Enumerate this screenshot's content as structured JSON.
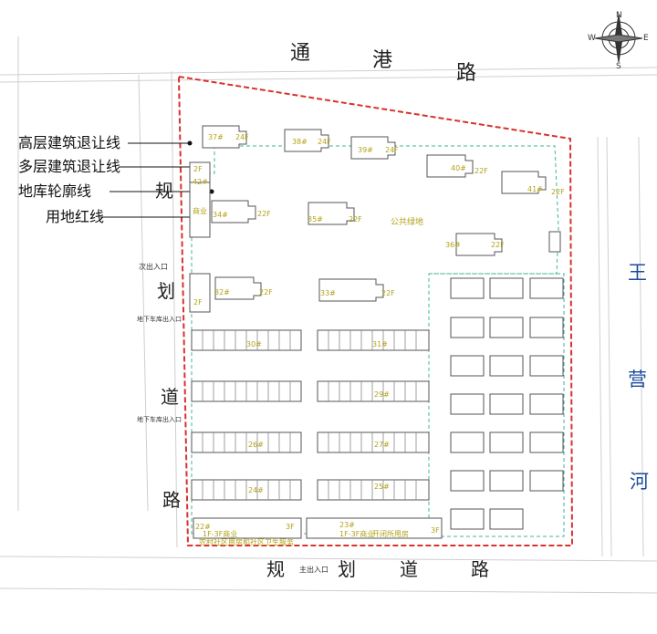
{
  "roads": {
    "north": [
      "通",
      "港",
      "路"
    ],
    "west": [
      "规",
      "划",
      "道",
      "路"
    ],
    "south": [
      "规",
      "划",
      "道",
      "路"
    ],
    "east_river": [
      "王",
      "营",
      "河"
    ]
  },
  "legend": {
    "high_rise_setback": "高层建筑退让线",
    "multi_story_setback": "多层建筑退让线",
    "garage_outline": "地库轮廓线",
    "land_red_line": "用地红线"
  },
  "entrances": {
    "secondary": "次出入口",
    "garage_1": "地下车库出入口",
    "garage_2": "地下车库出入口",
    "main": "主出入口"
  },
  "areas": {
    "public_green": "公共绿地",
    "commercial": "商业"
  },
  "compass": {
    "n": "N",
    "e": "E",
    "s": "S",
    "w": "W"
  },
  "buildings": {
    "b37": [
      "37#",
      "24F"
    ],
    "b38": [
      "38#",
      "24F"
    ],
    "b39": [
      "39#",
      "24F"
    ],
    "b40": [
      "40#",
      "22F"
    ],
    "b41": [
      "41#",
      "22F"
    ],
    "b42": [
      "42#",
      "2F"
    ],
    "b34": [
      "34#",
      "22F"
    ],
    "b35": [
      "35#",
      "22F"
    ],
    "b36": [
      "36#",
      "22F"
    ],
    "b32": [
      "32#",
      "22F"
    ],
    "b33": [
      "33#",
      "22F"
    ],
    "b30": "30#",
    "b31": "31#",
    "b29": "29#",
    "b26": "26#",
    "b27": "27#",
    "b24": "24#",
    "b25": "25#",
    "b22": [
      "22#",
      "3F"
    ],
    "b23": [
      "23#",
      "3F"
    ]
  },
  "bottom_notes": {
    "n1": "1F-3F商业",
    "n2": "1F-3F商业",
    "n3": "农村社区用房和社区卫生服务",
    "n4": "开闭所用房"
  },
  "colors": {
    "red_line": "#d8322f",
    "building": "#555555",
    "green_dash": "#3fb59a",
    "river_text": "#1c4b9c",
    "floor_label": "#b3a21a"
  }
}
